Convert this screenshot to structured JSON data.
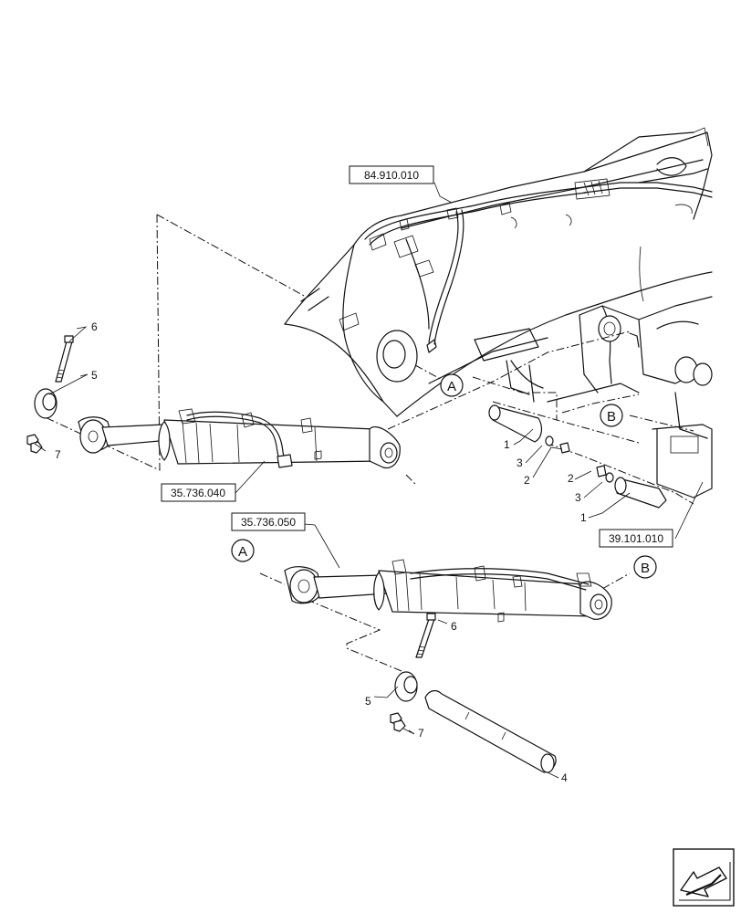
{
  "references": {
    "ref_top": "84.910.010",
    "ref_cyl1": "35.736.040",
    "ref_cyl2": "35.736.050",
    "ref_right": "39.101.010"
  },
  "callouts": {
    "A": "A",
    "B": "B"
  },
  "items": {
    "p1": "1",
    "p2": "2",
    "p3": "3",
    "p4": "4",
    "p5": "5",
    "p6": "6",
    "p7": "7"
  },
  "icons": {
    "nav": "arrow-navigation-icon"
  }
}
